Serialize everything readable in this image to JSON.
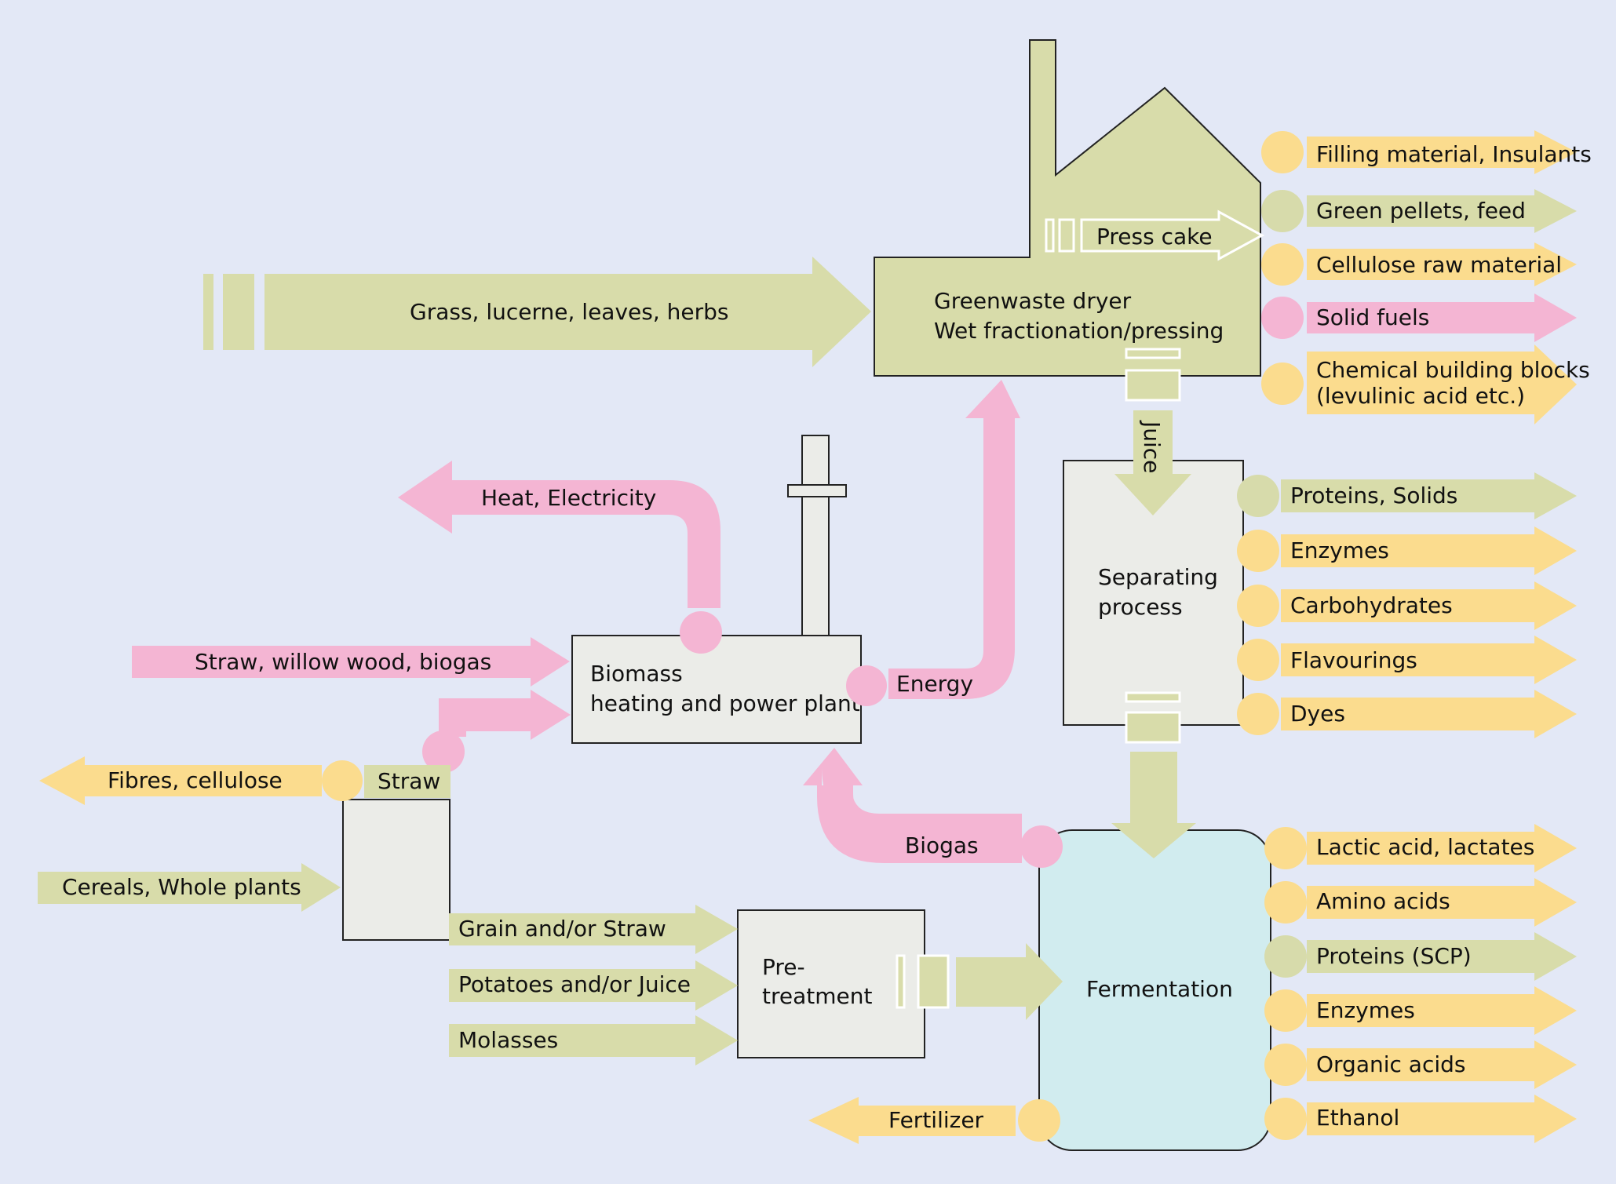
{
  "colors": {
    "background": "#e3e8f6",
    "plant_material": "#d8dcaa",
    "energy": "#f4b5d3",
    "product": "#fbdc8e",
    "box": "#ebece8",
    "fermenter": "#d1ecef"
  },
  "inputs": {
    "grass": "Grass, lucerne, leaves, herbs",
    "straw_wood_biogas": "Straw, willow wood, biogas",
    "cereals": "Cereals, Whole plants",
    "grain_straw": "Grain and/or Straw",
    "potatoes_juice": "Potatoes and/or Juice",
    "molasses": "Molasses"
  },
  "processes": {
    "greenwaste_line1": "Greenwaste dryer",
    "greenwaste_line2": "Wet fractionation/pressing",
    "biomass_line1": "Biomass",
    "biomass_line2": "heating and power plant",
    "separating_line1": "Separating",
    "separating_line2": "process",
    "pretreatment_line1": "Pre-",
    "pretreatment_line2": "treatment",
    "fermentation": "Fermentation"
  },
  "flows": {
    "press_cake": "Press cake",
    "juice": "Juice",
    "energy": "Energy",
    "heat_electricity": "Heat, Electricity",
    "biogas": "Biogas",
    "straw": "Straw",
    "fibres": "Fibres, cellulose",
    "fertilizer": "Fertilizer"
  },
  "products_greenwaste": [
    "Filling material, Insulants",
    "Green pellets, feed",
    "Cellulose raw material",
    "Solid fuels",
    "Chemical building blocks",
    "(levulinic acid etc.)"
  ],
  "products_separating": [
    "Proteins, Solids",
    "Enzymes",
    "Carbohydrates",
    "Flavourings",
    "Dyes"
  ],
  "products_fermentation": [
    "Lactic acid, lactates",
    "Amino acids",
    "Proteins (SCP)",
    "Enzymes",
    "Organic acids",
    "Ethanol"
  ]
}
